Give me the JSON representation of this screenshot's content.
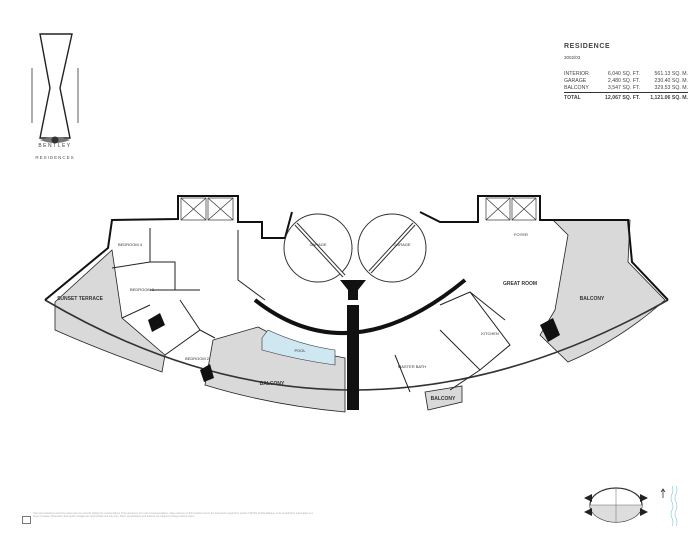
{
  "brand": {
    "name": "BENTLEY",
    "subtitle": "RESIDENCES"
  },
  "residence": {
    "title": "RESIDENCE",
    "unit": "3002/03",
    "rows": [
      {
        "label": "INTERIOR",
        "sqft": "6,040 SQ. FT.",
        "sqm": "561.13 SQ. M."
      },
      {
        "label": "GARAGE",
        "sqft": "2,480 SQ. FT.",
        "sqm": "230.40 SQ. M."
      },
      {
        "label": "BALCONY",
        "sqft": "3,547 SQ. FT.",
        "sqm": "329.53 SQ. M."
      }
    ],
    "total": {
      "label": "TOTAL",
      "sqft": "12,067 SQ. FT.",
      "sqm": "1,121.06 SQ. M."
    }
  },
  "rooms": {
    "sunset_terrace": "SUNSET TERRACE",
    "balcony_pool": "BALCONY",
    "balcony_east": "BALCONY",
    "balcony_small": "BALCONY",
    "great_room": "GREAT ROOM",
    "bedroom4": "BEDROOM 4",
    "bedroom3": "BEDROOM 3",
    "bedroom2": "BEDROOM 2",
    "master_bath": "MASTER BATH",
    "pool": "POOL",
    "garage1": "GARAGE",
    "garage2": "GARAGE",
    "foyer": "FOYER",
    "kitchen": "KITCHEN"
  },
  "footer": {
    "disclaimer": "Oral representations cannot be relied upon as correctly stating the representations of the developer. For correct representations, make reference to this brochure and to the documents required by section 718.503, Florida Statutes, to be furnished by a developer to a buyer or lessee. Dimensions and square footages are approximate and may vary. Plans, specifications and features are subject to change without notice."
  },
  "colors": {
    "wall": "#111111",
    "terrace": "#d9d9d9",
    "pool": "#cfe7f0",
    "water": "#7fc3d8"
  }
}
